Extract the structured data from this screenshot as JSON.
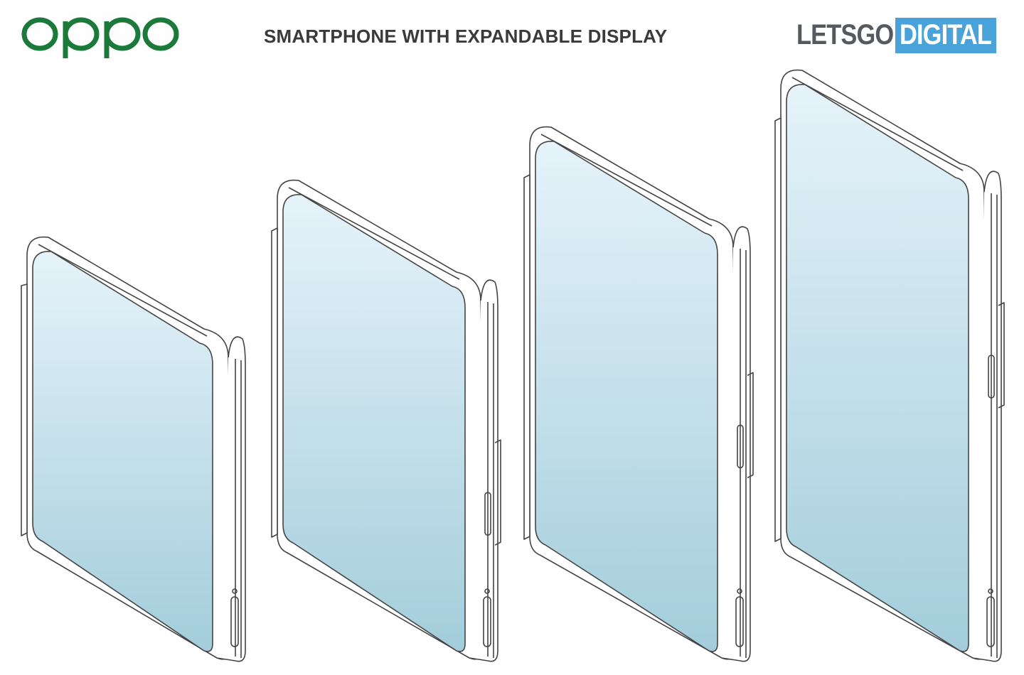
{
  "brand": {
    "oppo_logo_text": "oppo",
    "color": "#1b7a3a"
  },
  "title": "SMARTPHONE WITH EXPANDABLE DISPLAY",
  "watermark": {
    "part1": "LETSGO",
    "part2": "DIGITAL",
    "accent": "#4aa3d8"
  },
  "colors": {
    "screen_top": "#e6f3fa",
    "screen_bottom": "#a5cedb",
    "outline": "#444444"
  },
  "phones": [
    {
      "name": "phone-retracted",
      "extension": 0.0
    },
    {
      "name": "phone-extended-1",
      "extension": 0.33
    },
    {
      "name": "phone-extended-2",
      "extension": 0.66
    },
    {
      "name": "phone-fully-extended",
      "extension": 1.0
    }
  ]
}
